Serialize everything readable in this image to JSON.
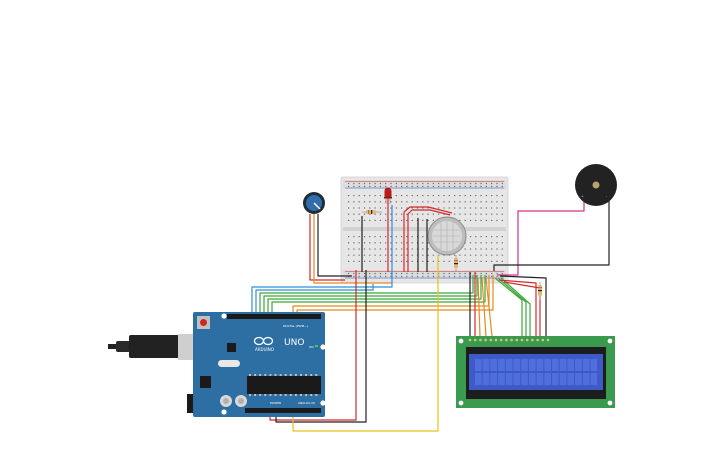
{
  "canvas": {
    "background": "#ffffff"
  },
  "arduino": {
    "board_label": "UNO",
    "brand_label": "ARDUINO",
    "digital_label": "DIGITAL (PWM~)",
    "power_label": "POWER",
    "analog_label": "ANALOG IN",
    "on_label": "ON",
    "board_color": "#2d6fa3"
  },
  "components": {
    "potentiometer": "potentiometer",
    "breadboard": "breadboard",
    "led": "led-red",
    "gas_sensor": "gas-sensor",
    "buzzer": "piezo-buzzer",
    "lcd": "lcd-16x2",
    "usb_cable": "usb-cable",
    "power_jack": "dc-jack"
  },
  "colors": {
    "wire_red": "#d42a2a",
    "wire_black": "#222222",
    "wire_blue": "#2f8fd8",
    "wire_green": "#3aa83a",
    "wire_orange": "#e58a1f",
    "wire_yellow": "#e6c21a",
    "wire_magenta": "#d0338a",
    "lcd_board": "#3a9a4e",
    "lcd_screen": "#3d5bc7"
  }
}
